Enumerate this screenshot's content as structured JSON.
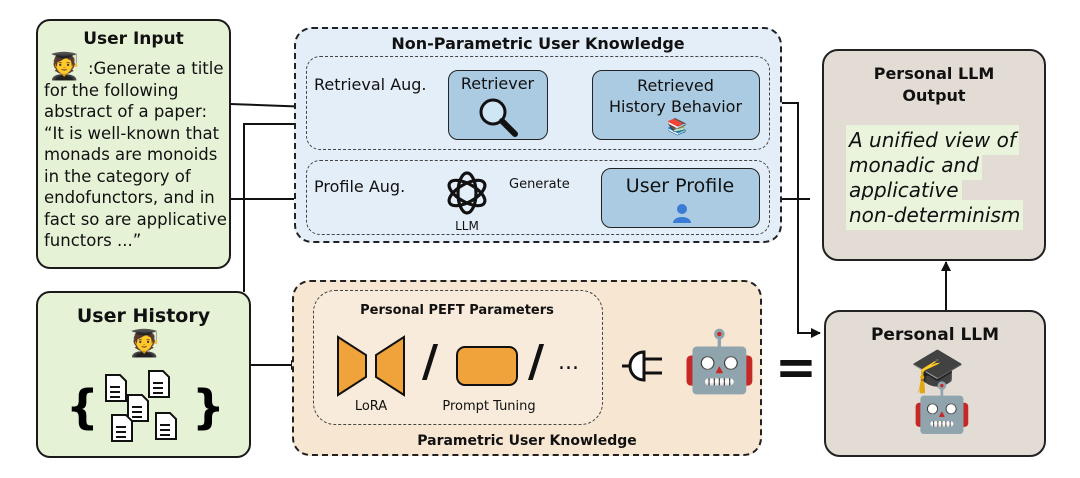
{
  "user_input": {
    "title": "User Input",
    "lines": [
      ":Generate a title",
      "for the following",
      "abstract of a paper:",
      "“It is well-known that",
      "monads are monoids",
      "in the category of",
      "endofunctors, and in",
      "fact so are applicative",
      "functors ...”"
    ]
  },
  "user_history": {
    "title": "User History"
  },
  "non_parametric": {
    "title": "Non-Parametric User Knowledge",
    "retrieval_label": "Retrieval Aug.",
    "retriever_label": "Retriever",
    "retrieved_line1": "Retrieved",
    "retrieved_line2": "History Behavior",
    "profile_label": "Profile Aug.",
    "llm_label": "LLM",
    "generate_label": "Generate",
    "user_profile_label": "User Profile"
  },
  "parametric": {
    "title": "Parametric User Knowledge",
    "peft_title": "Personal PEFT Parameters",
    "lora_label": "LoRA",
    "prompt_tuning_label": "Prompt Tuning",
    "slash": "/",
    "ellipsis": "..."
  },
  "equals": "=",
  "output": {
    "title_line1": "Personal LLM",
    "title_line2": "Output",
    "lines": [
      "A unified view of",
      "monadic and",
      "applicative",
      "non-determinism"
    ]
  },
  "personal_llm": {
    "title": "Personal LLM"
  },
  "colors": {
    "green_bg": "#e6f2d6",
    "blue_bg": "#e4eef8",
    "blue_box": "#aacbe2",
    "peach_bg": "#f7e6d2",
    "orange": "#f0a33a",
    "taupe_bg": "#e3dcd5"
  },
  "icons": [
    "student-emoji",
    "magnifier-icon",
    "books-icon",
    "openai-logo",
    "user-silhouette-icon",
    "document-icon",
    "plug-icon",
    "robot-emoji",
    "graduate-robot-emoji"
  ]
}
